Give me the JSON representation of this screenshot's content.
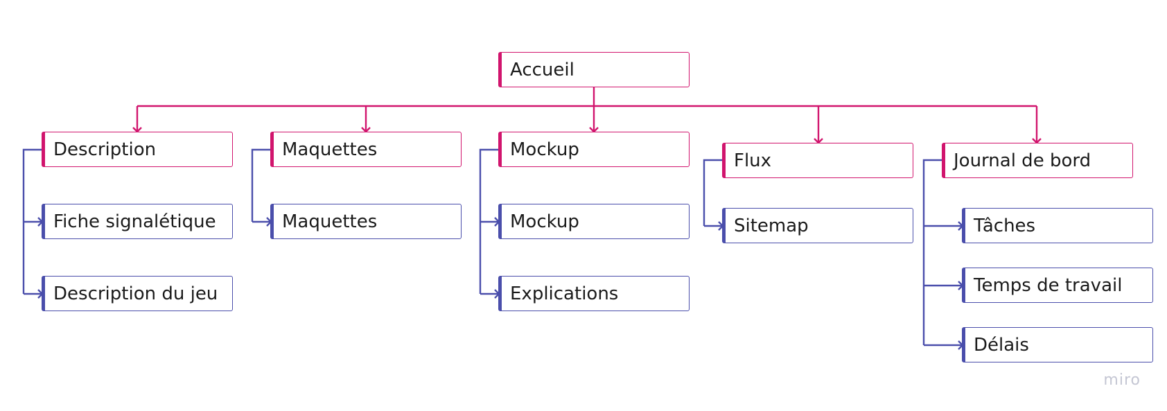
{
  "colors": {
    "primary_link": "#d1146d",
    "secondary_link": "#4a4eab"
  },
  "root": {
    "label": "Accueil"
  },
  "sections": [
    {
      "label": "Description",
      "children": [
        "Fiche signalétique",
        "Description du jeu"
      ]
    },
    {
      "label": "Maquettes",
      "children": [
        "Maquettes"
      ]
    },
    {
      "label": "Mockup",
      "children": [
        "Mockup",
        "Explications"
      ]
    },
    {
      "label": "Flux",
      "children": [
        "Sitemap"
      ]
    },
    {
      "label": "Journal de bord",
      "children": [
        "Tâches",
        "Temps de travail",
        "Délais"
      ]
    }
  ],
  "brand": "miro"
}
